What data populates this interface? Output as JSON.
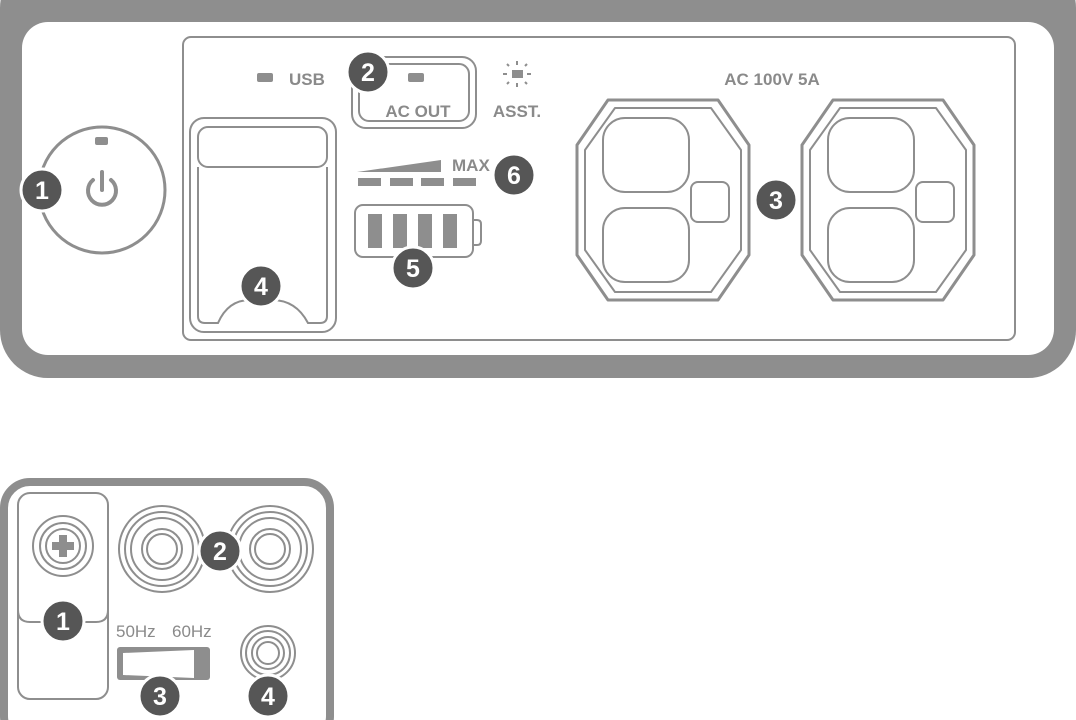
{
  "top_panel": {
    "usb_label": "USB",
    "ac_out_label": "AC OUT",
    "asst_label": "ASST.",
    "max_label": "MAX",
    "outlet_rating": "AC 100V 5A",
    "callouts": [
      "1",
      "2",
      "3",
      "4",
      "5",
      "6"
    ]
  },
  "bottom_panel": {
    "freq_50": "50Hz",
    "freq_60": "60Hz",
    "callouts": [
      "1",
      "2",
      "3",
      "4"
    ]
  },
  "colors": {
    "frame": "#8e8e8e",
    "badge": "#565656"
  }
}
